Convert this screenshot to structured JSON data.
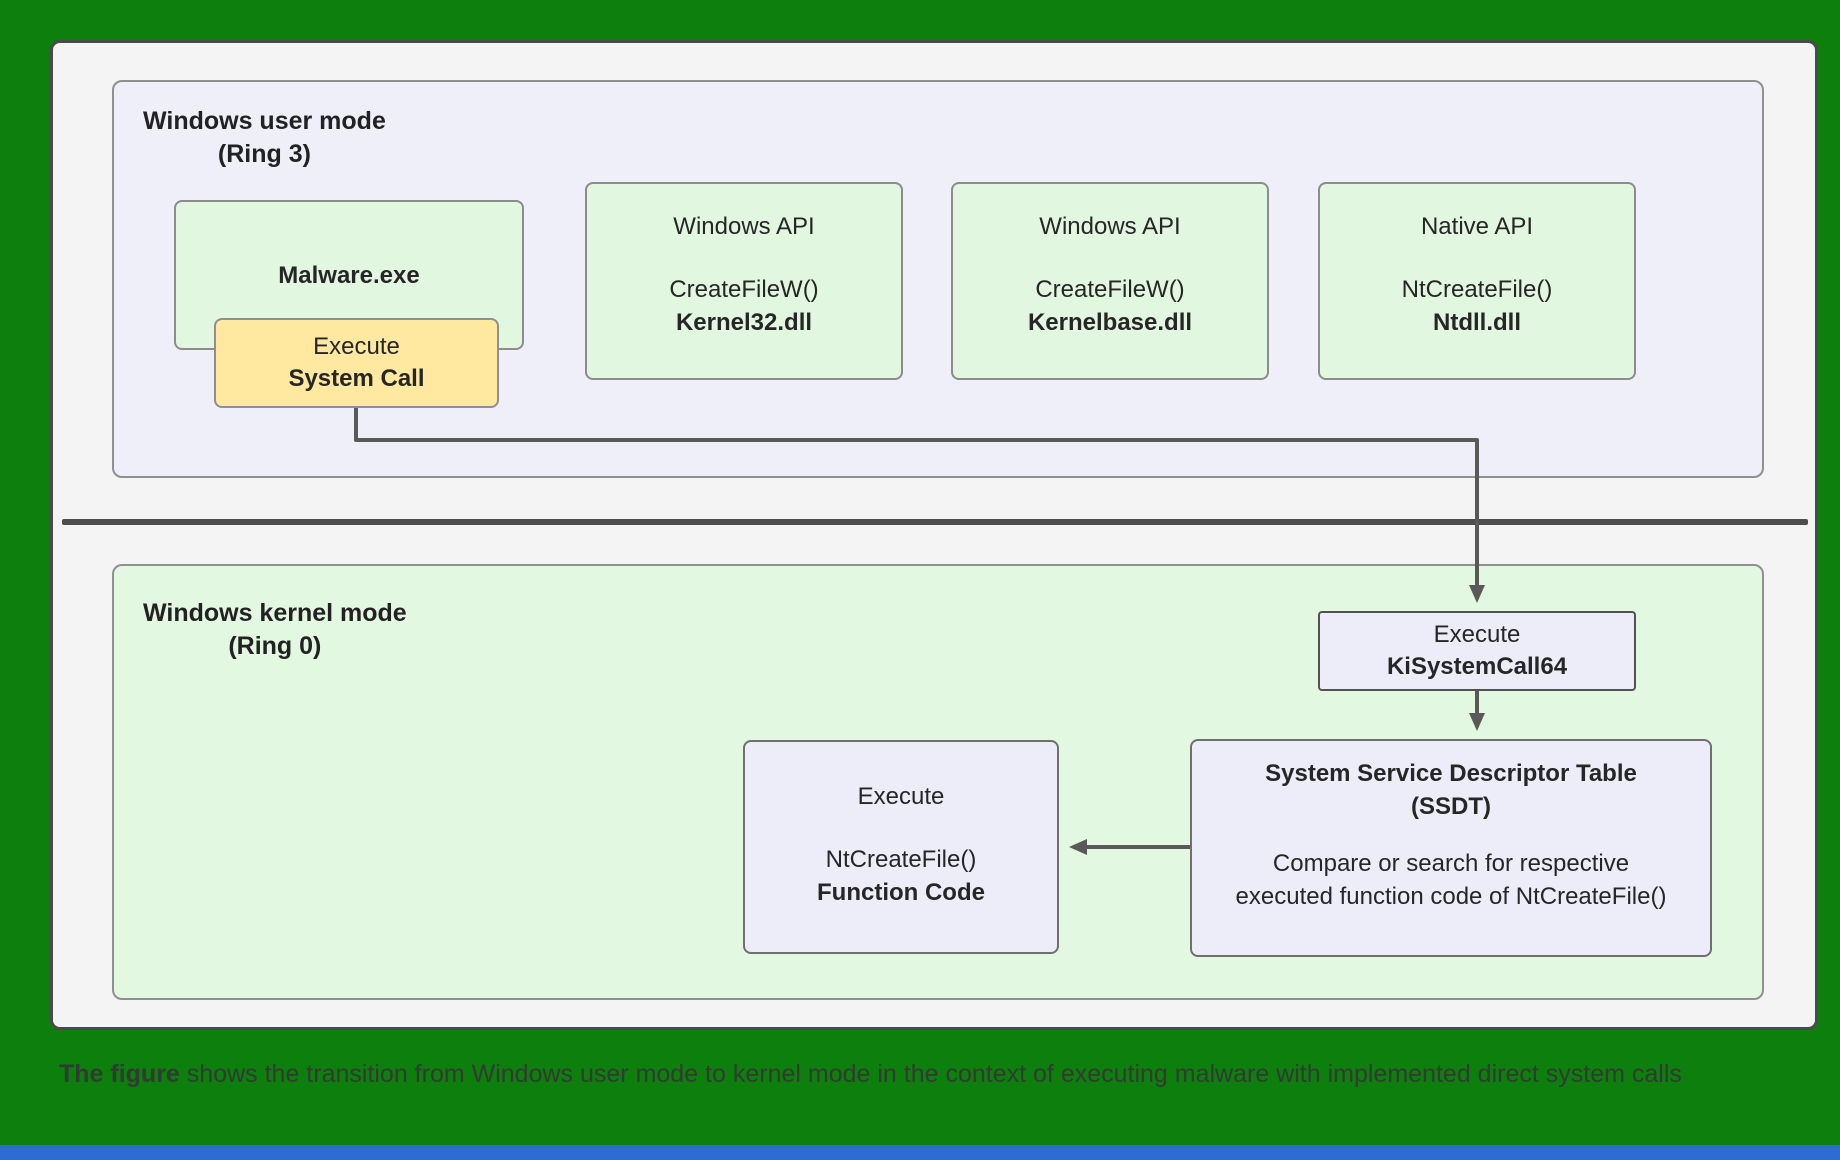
{
  "colors": {
    "background_green": "#0c7f0c",
    "outer_panel_fill": "#f4f4f5",
    "user_mode_fill": "#efeffa",
    "kernel_mode_fill": "#e3f8e1",
    "green_node_fill": "#e1f7df",
    "yellow_node_fill": "#ffe9a0",
    "lavender_node_fill": "#ededfa",
    "arrow_color": "#595959",
    "divider_color": "#4d4d4d",
    "bottom_strip_blue": "#2e6bd3"
  },
  "user_mode": {
    "title_line1": "Windows user mode",
    "title_line2": "(Ring 3)",
    "malware_box": {
      "label": "Malware.exe"
    },
    "syscall_box": {
      "line1": "Execute",
      "line2": "System Call"
    },
    "api_boxes": [
      {
        "title": "Windows API",
        "function": "CreateFileW()",
        "dll": "Kernel32.dll"
      },
      {
        "title": "Windows API",
        "function": "CreateFileW()",
        "dll": "Kernelbase.dll"
      },
      {
        "title": "Native API",
        "function": "NtCreateFile()",
        "dll": "Ntdll.dll"
      }
    ]
  },
  "kernel_mode": {
    "title_line1": "Windows kernel mode",
    "title_line2": "(Ring 0)",
    "kisyscall_box": {
      "line1": "Execute",
      "line2": "KiSystemCall64"
    },
    "ssdt_box": {
      "title_line1": "System Service Descriptor Table",
      "title_line2": "(SSDT)",
      "body_line1": "Compare or search for respective",
      "body_line2": "executed function code of NtCreateFile()"
    },
    "function_box": {
      "line1": "Execute",
      "line2": "NtCreateFile()",
      "line3": "Function Code"
    }
  },
  "caption": {
    "bold": "The figure",
    "rest": " shows the transition from Windows user mode to kernel mode in the context of executing malware with implemented direct system calls"
  }
}
